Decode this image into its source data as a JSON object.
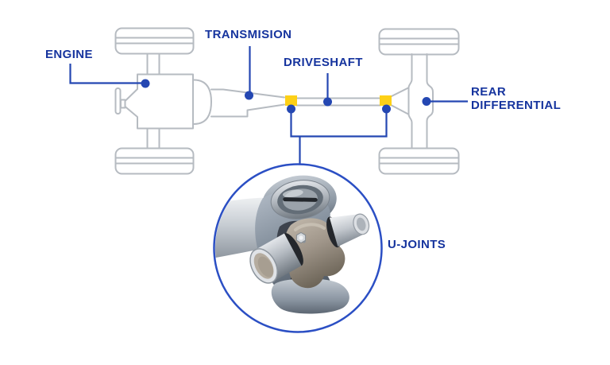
{
  "diagram": {
    "type": "drivetrain-callout-infographic",
    "background_color": "#ffffff",
    "labels": {
      "engine": "ENGINE",
      "transmission": "TRANSMISION",
      "driveshaft": "DRIVESHAFT",
      "rear_differential_line1": "REAR",
      "rear_differential_line2": "DIFFERENTIAL",
      "u_joints": "U-JOINTS"
    },
    "colors": {
      "label_text": "#16349e",
      "callout_lines_and_dots": "#2447b2",
      "u_joint_marker_yellow": "#fdd017",
      "chassis_outline_gray": "#b6bbc1",
      "detail_circle_border": "#2b4fc4"
    },
    "markers": {
      "u_joint_squares_count": 2,
      "callout_dot_count": 6
    },
    "detail_view": {
      "shape": "circle",
      "depicts": "u-joint-3d-render"
    }
  }
}
